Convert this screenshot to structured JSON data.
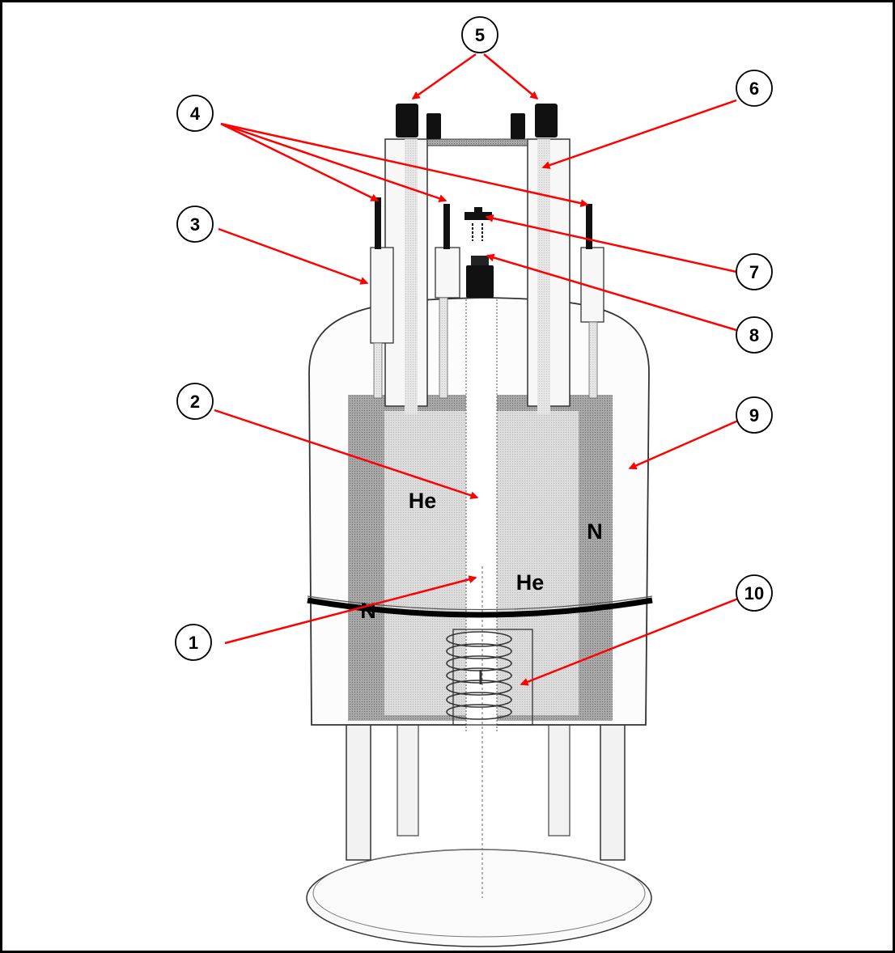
{
  "regions": {
    "helium_upper": "He",
    "helium_lower": "He",
    "nitrogen_left": "N",
    "nitrogen_right": "N"
  },
  "callouts": {
    "c1": "1",
    "c2": "2",
    "c3": "3",
    "c4": "4",
    "c5": "5",
    "c6": "6",
    "c7": "7",
    "c8": "8",
    "c9": "9",
    "c10": "10"
  },
  "colors": {
    "arrow": "#ff0000",
    "outline": "#000000",
    "nitrogen_fill": "#9a9a9a",
    "helium_fill": "#d6d6d6",
    "bore_fill": "#ffffff"
  }
}
